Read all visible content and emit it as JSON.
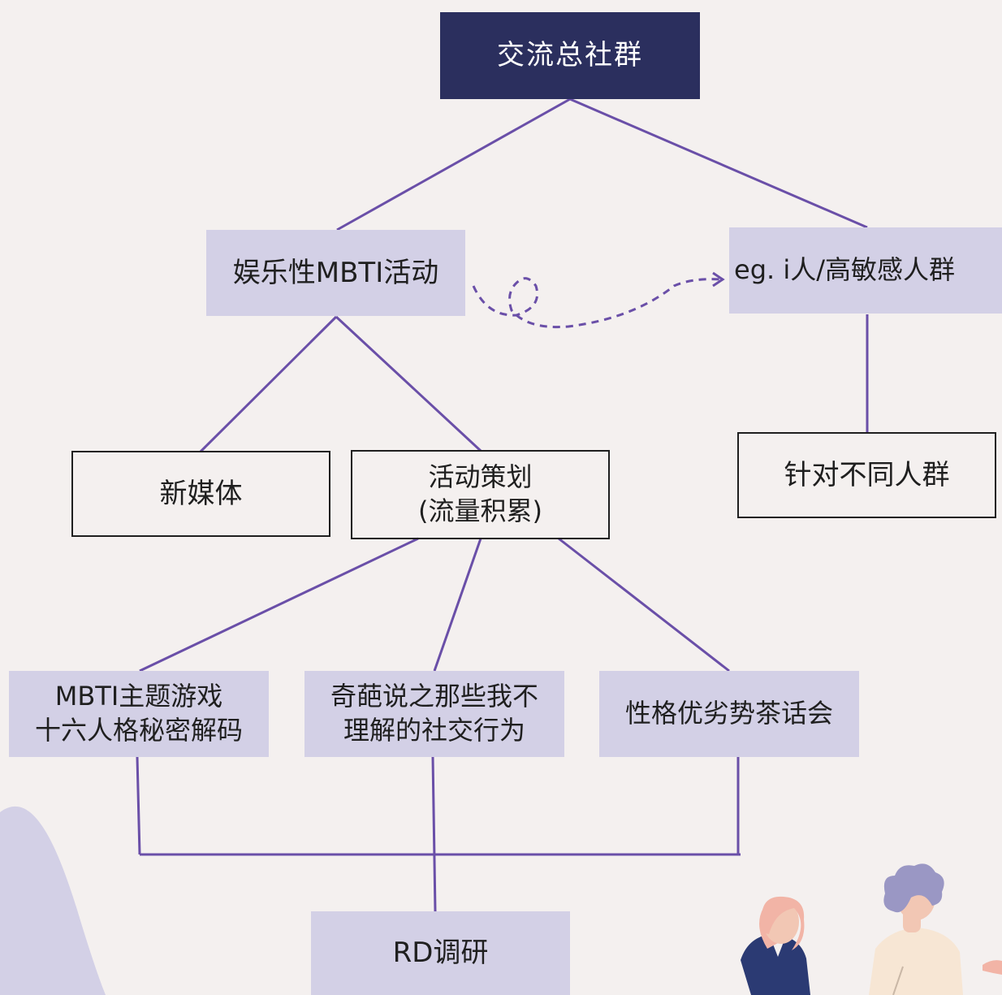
{
  "diagram": {
    "root": "交流总社群",
    "left_branch": "娱乐性MBTI活动",
    "right_branch": "eg. i人/高敏感人群",
    "new_media": "新媒体",
    "planning": "活动策划\n(流量积累)",
    "target_groups": "针对不同人群",
    "game": "MBTI主题游戏\n十六人格秘密解码",
    "debate": "奇葩说之那些我不\n理解的社交行为",
    "tea_party": "性格优劣势茶话会",
    "research": "RD调研"
  },
  "colors": {
    "background": "#f4f0ef",
    "root_fill": "#2b2f5e",
    "node_fill": "#d3d0e6",
    "connector": "#6a4fa8",
    "outline": "#1f1f1f"
  }
}
